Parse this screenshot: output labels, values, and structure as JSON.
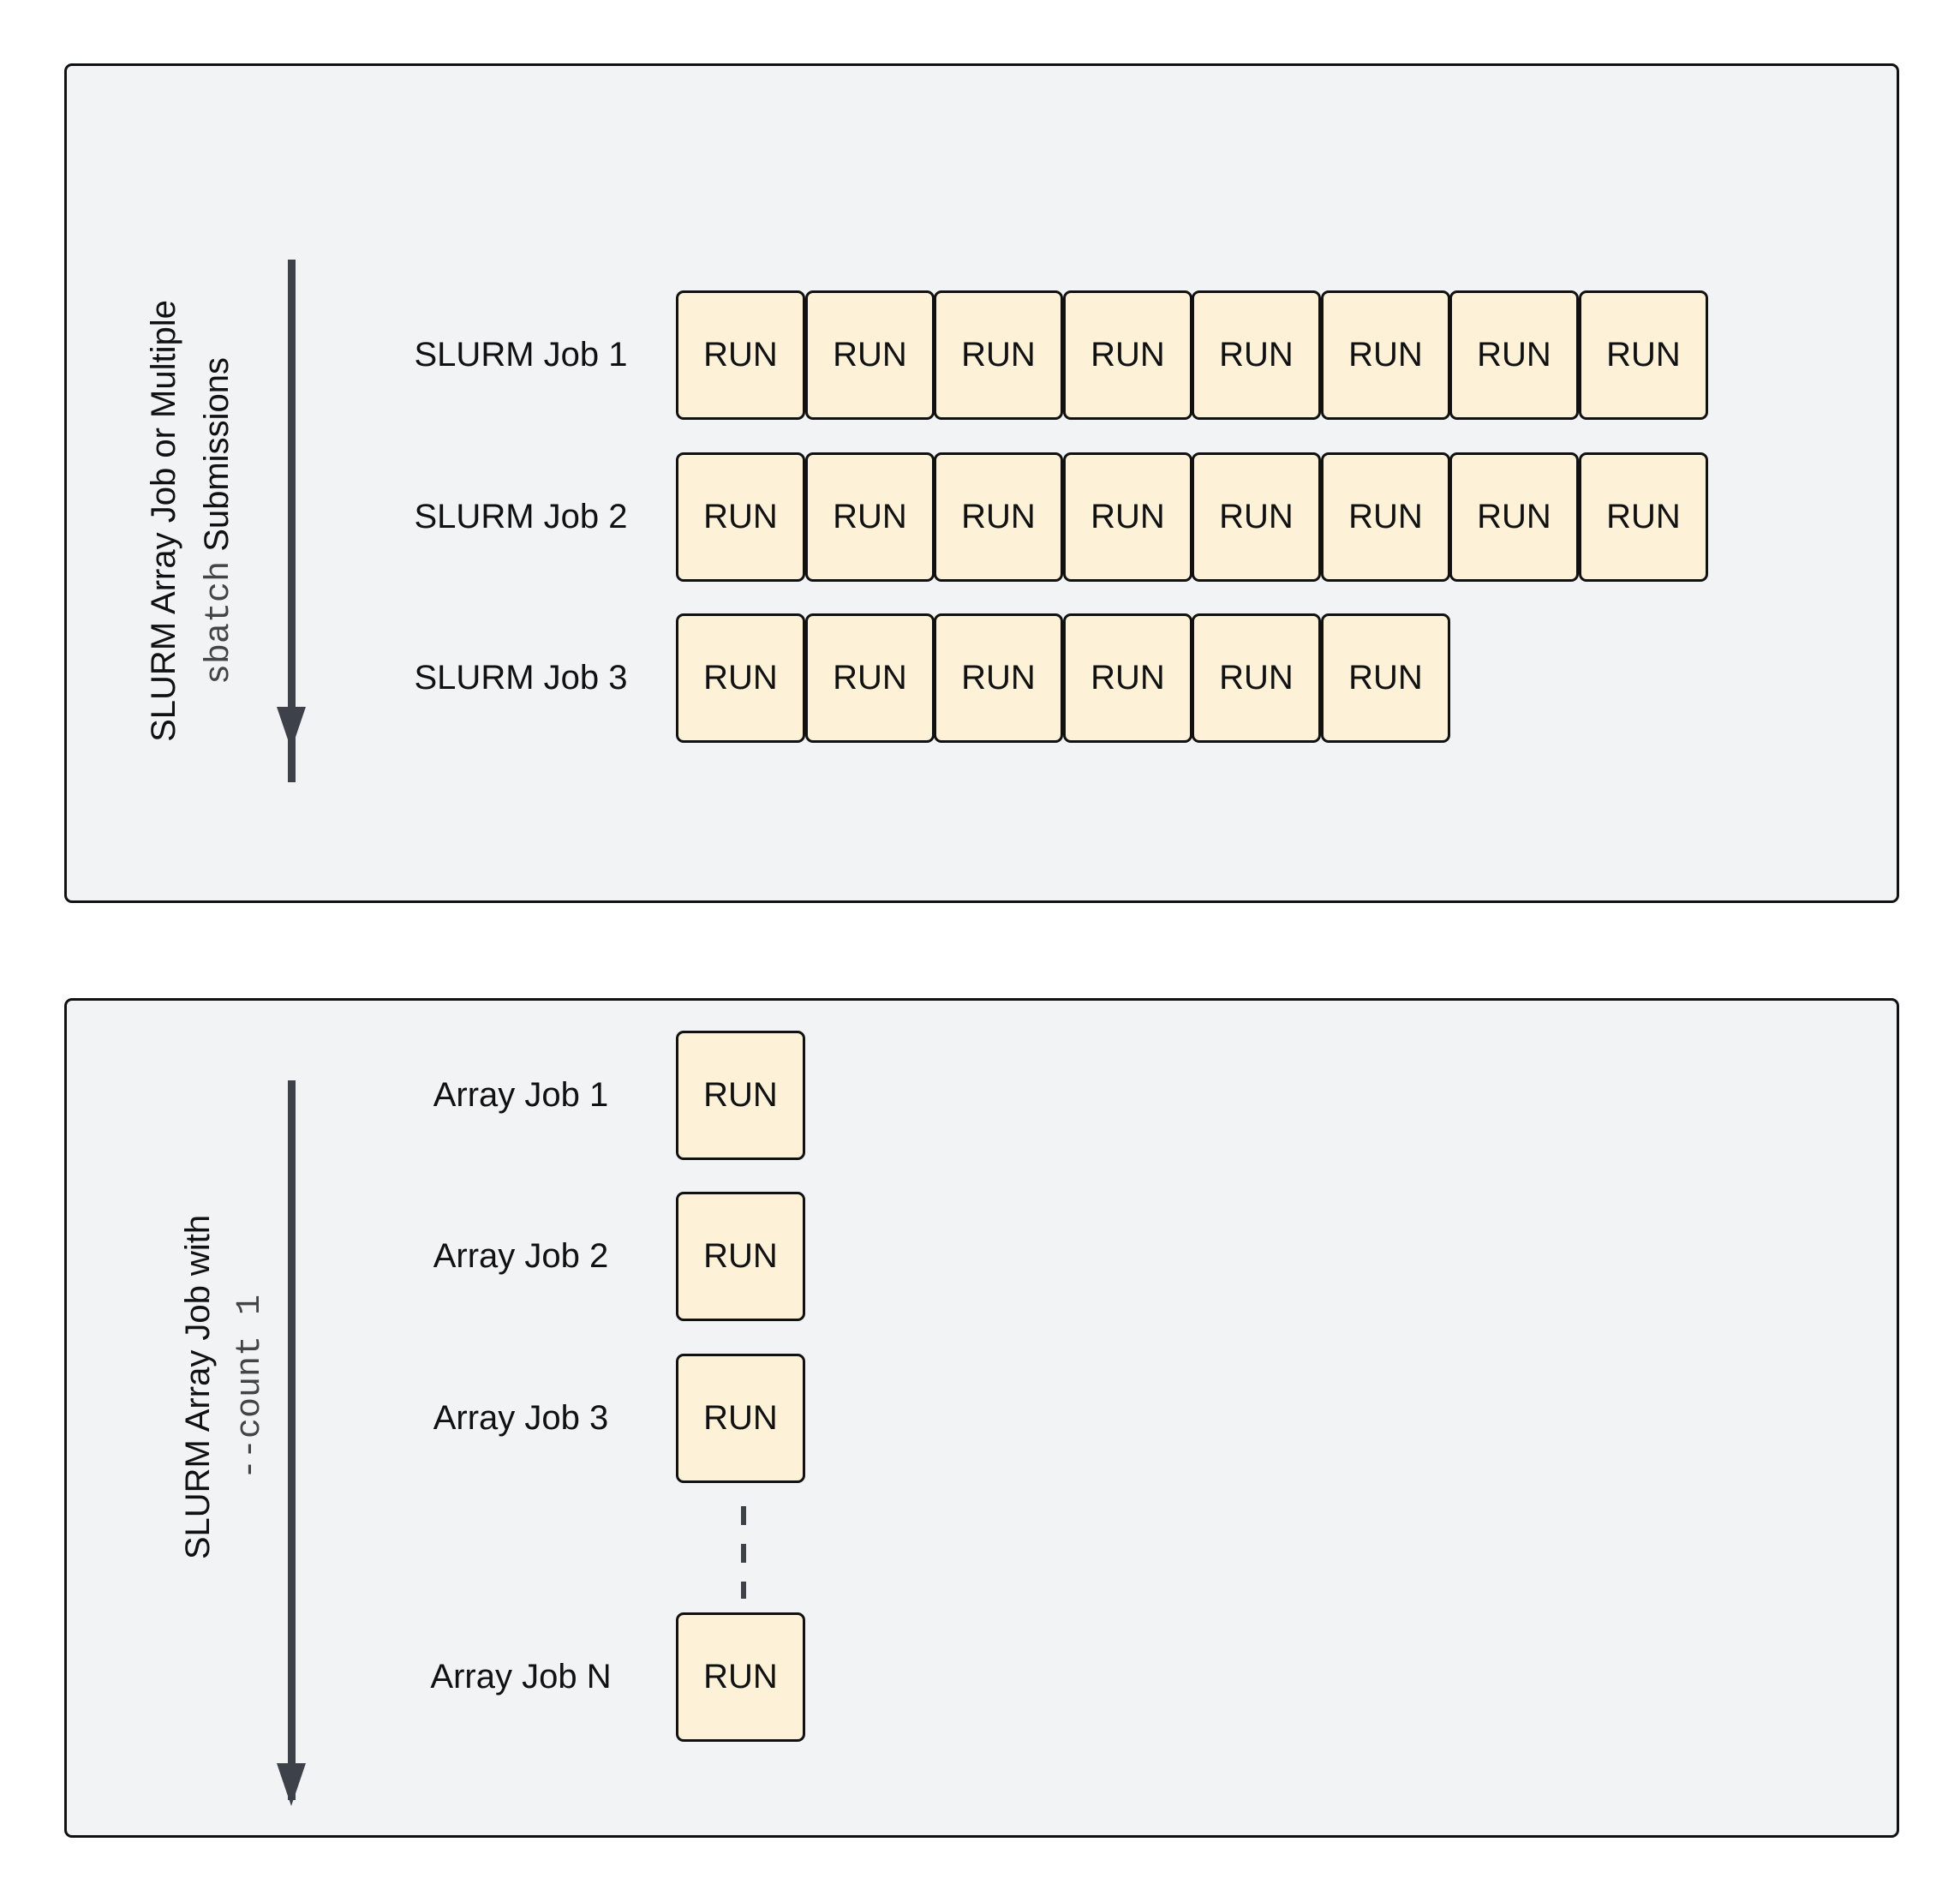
{
  "top_panel": {
    "axis_label_line1": "SLURM Array Job or Multiple",
    "axis_label_line2_code": "sbatch",
    "axis_label_line2_text": " Submissions",
    "rows": [
      {
        "label": "SLURM Job 1",
        "run_count": 8
      },
      {
        "label": "SLURM Job 2",
        "run_count": 8
      },
      {
        "label": "SLURM Job 3",
        "run_count": 6
      }
    ]
  },
  "bottom_panel": {
    "axis_label_line1": "SLURM Array Job with",
    "axis_label_line2_code": "--count 1",
    "rows": [
      {
        "label": "Array Job 1",
        "run_count": 1
      },
      {
        "label": "Array Job 2",
        "run_count": 1
      },
      {
        "label": "Array Job 3",
        "run_count": 1
      },
      {
        "label": "Array Job N",
        "run_count": 1
      }
    ]
  },
  "run_label": "RUN",
  "colors": {
    "panel_bg": "#f2f3f5",
    "run_box_fill": "#fdf2d8",
    "axis_arrow": "#3d424a",
    "border": "#111111"
  }
}
